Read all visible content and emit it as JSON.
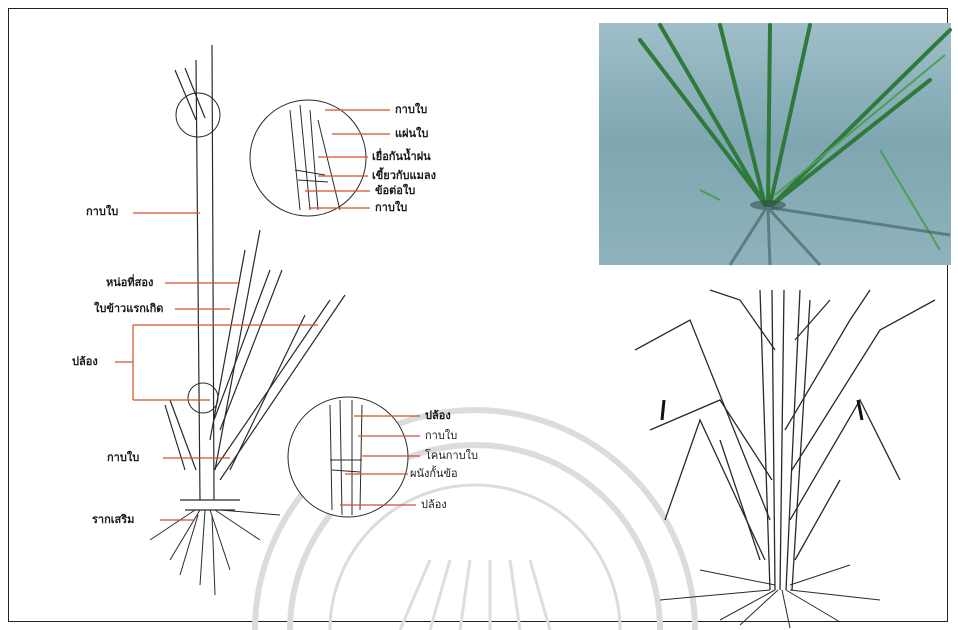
{
  "colors": {
    "leader": "#d2502e",
    "ink": "#2a2a2a",
    "water": "#7fa7b3",
    "leaf": "#3f8a4a",
    "watermark": "#d9d9d9"
  },
  "figure": {
    "labels": {
      "plant_leaf_sheath_top": "กาบใบ",
      "plant_second_tiller": "หน่อที่สอง",
      "plant_first_leaf": "ใบข้าวแรกเกิด",
      "plant_internode": "ปล้อง",
      "plant_leaf_sheath_bottom": "กาบใบ",
      "plant_adventitious_root": "รากเสริม"
    },
    "inset_top": {
      "labels": [
        "กาบใบ",
        "แผ่นใบ",
        "เยื่อกันน้ำฝน",
        "เขี้ยวกับแมลง",
        "ข้อต่อใบ",
        "กาบใบ"
      ]
    },
    "inset_bottom": {
      "labels": [
        "ปล้อง",
        "กาบใบ",
        "โคนกาบใบ",
        "ผนังกั้นข้อ",
        "ปล้อง"
      ]
    }
  },
  "icons": {
    "photo": "rice-in-water-photo",
    "sketch": "rice-plant-sketch-icon"
  }
}
